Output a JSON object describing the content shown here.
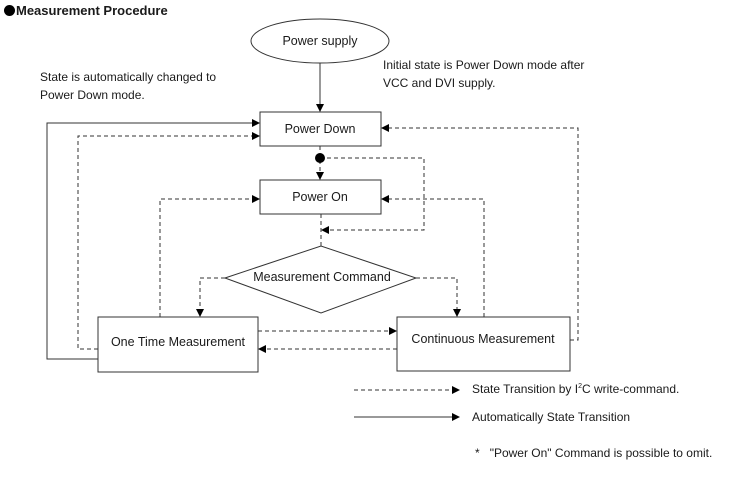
{
  "title": "Measurement Procedure",
  "notes": {
    "auto_change": [
      "State is automatically changed to",
      "Power Down mode."
    ],
    "initial_state": [
      "Initial state is Power Down mode after",
      "VCC and DVI supply."
    ]
  },
  "nodes": {
    "power_supply": "Power supply",
    "power_down": "Power Down",
    "power_on": "Power On",
    "measurement_command": "Measurement Command",
    "one_time": "One Time Measurement",
    "continuous": "Continuous Measurement"
  },
  "legend": {
    "dashed_prefix": "State Transition by I",
    "dashed_sup": "2",
    "dashed_suffix": "C write-command.",
    "solid": "Automatically State Transition",
    "footnote_mark": "*",
    "footnote": "\"Power On\" Command is possible to omit."
  }
}
